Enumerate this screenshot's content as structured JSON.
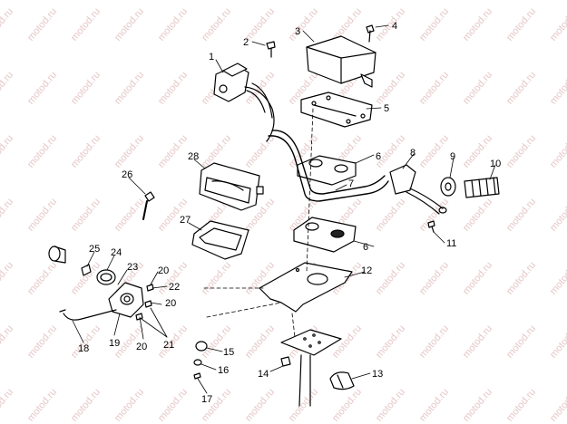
{
  "diagram": {
    "watermark_text": "motod.ru",
    "callouts": [
      {
        "id": "c1",
        "label": "1"
      },
      {
        "id": "c2",
        "label": "2"
      },
      {
        "id": "c3",
        "label": "3"
      },
      {
        "id": "c4",
        "label": "4"
      },
      {
        "id": "c5",
        "label": "5"
      },
      {
        "id": "c6a",
        "label": "6"
      },
      {
        "id": "c6b",
        "label": "6"
      },
      {
        "id": "c7",
        "label": "7"
      },
      {
        "id": "c8",
        "label": "8"
      },
      {
        "id": "c9",
        "label": "9"
      },
      {
        "id": "c10",
        "label": "10"
      },
      {
        "id": "c11",
        "label": "11"
      },
      {
        "id": "c12",
        "label": "12"
      },
      {
        "id": "c13",
        "label": "13"
      },
      {
        "id": "c14",
        "label": "14"
      },
      {
        "id": "c15",
        "label": "15"
      },
      {
        "id": "c16",
        "label": "16"
      },
      {
        "id": "c17",
        "label": "17"
      },
      {
        "id": "c18",
        "label": "18"
      },
      {
        "id": "c19",
        "label": "19"
      },
      {
        "id": "c20a",
        "label": "20"
      },
      {
        "id": "c20b",
        "label": "20"
      },
      {
        "id": "c20c",
        "label": "20"
      },
      {
        "id": "c21",
        "label": "21"
      },
      {
        "id": "c22",
        "label": "22"
      },
      {
        "id": "c23",
        "label": "23"
      },
      {
        "id": "c24",
        "label": "24"
      },
      {
        "id": "c25",
        "label": "25"
      },
      {
        "id": "c26",
        "label": "26"
      },
      {
        "id": "c27",
        "label": "27"
      },
      {
        "id": "c28",
        "label": "28"
      }
    ]
  }
}
